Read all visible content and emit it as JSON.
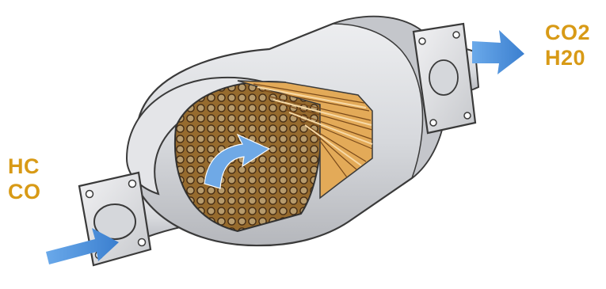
{
  "colors": {
    "label": "#d89a16",
    "arrow": "#4a8fd8",
    "shell": "#dcdde0",
    "shell_shade": "#b9bbc0",
    "outline": "#3a3a3a",
    "substrate": "#d9a24c",
    "substrate_light": "#efc889",
    "cell_dark": "#5a3a1a"
  },
  "inlet": {
    "gas_1": "HC",
    "gas_2": "CO"
  },
  "outlet": {
    "gas_1": "CO2",
    "gas_2": "H20"
  },
  "icons": {
    "inlet_arrow": "arrow-right-icon",
    "outlet_arrow": "arrow-right-icon",
    "internal_flow": "flow-arrow-icon"
  }
}
